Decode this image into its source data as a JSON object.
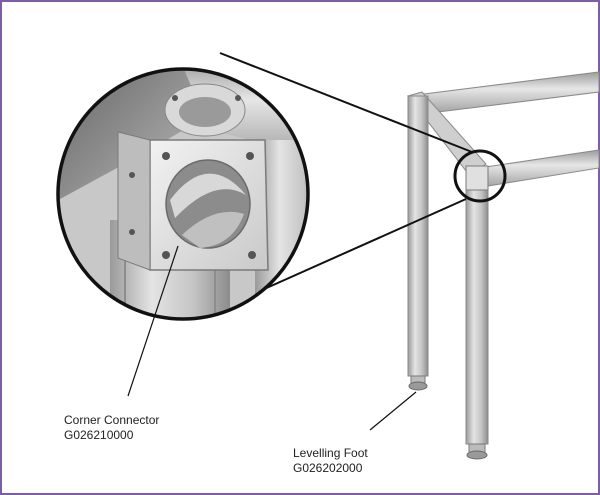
{
  "callouts": {
    "corner_connector": {
      "name": "Corner Connector",
      "part_number": "G026210000"
    },
    "levelling_foot": {
      "name": "Levelling Foot",
      "part_number": "G026202000"
    }
  },
  "colors": {
    "border": "#7b5ea7",
    "frame_light": "#dcdcdc",
    "frame_mid": "#b8b8b8",
    "frame_dark": "#8a8a8a",
    "outline": "#111111"
  }
}
